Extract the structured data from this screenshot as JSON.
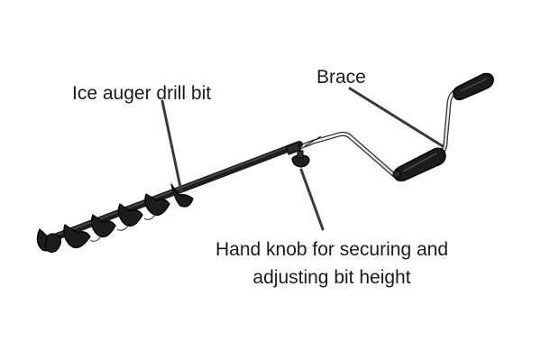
{
  "labels": {
    "drill_bit": "Ice auger drill bit",
    "brace": "Brace",
    "knob_line1": "Hand knob for securing and",
    "knob_line2": "adjusting bit height"
  },
  "colors": {
    "ink": "#1a1a1a",
    "metal_outline": "#333333",
    "metal_fill": "#f4f4f4",
    "pointer": "#3a3a3a"
  }
}
